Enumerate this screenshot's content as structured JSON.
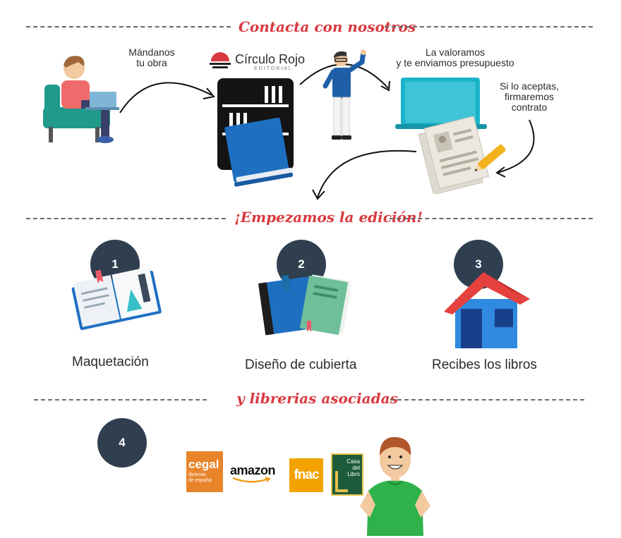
{
  "sections": {
    "contact_title": "Contacta con nosotros",
    "edition_title": "¡Empezamos la edición!",
    "bookstores_title": "y librerias asociadas"
  },
  "contact_flow": {
    "send_work": "Mándanos\ntu obra",
    "brand_name": "Círculo Rojo",
    "brand_sub": "EDITORIAL",
    "evaluate": "La valoramos\ny te enviamos presupuesto",
    "accept": "Si lo aceptas,\nfirmaremos\ncontrato"
  },
  "steps": [
    {
      "number": "1",
      "label": "Maquetación"
    },
    {
      "number": "2",
      "label": "Diseño de cubierta"
    },
    {
      "number": "3",
      "label": "Recibes los libros"
    },
    {
      "number": "4",
      "label": ""
    }
  ],
  "retailers": {
    "cegal_main": "cegal",
    "cegal_sub": "librerías\nde españa",
    "amazon": "amazon",
    "fnac": "fnac",
    "casa_del_libro": "Casa\ndel\nLibro"
  },
  "colors": {
    "accent_red": "#d8393f",
    "badge_navy": "#2f3f4f",
    "teal": "#1d9b8c",
    "blue": "#1f6fc1",
    "cegal_orange": "#e8852a",
    "fnac_yellow": "#f2a300",
    "casa_green": "#1e5b3a"
  }
}
